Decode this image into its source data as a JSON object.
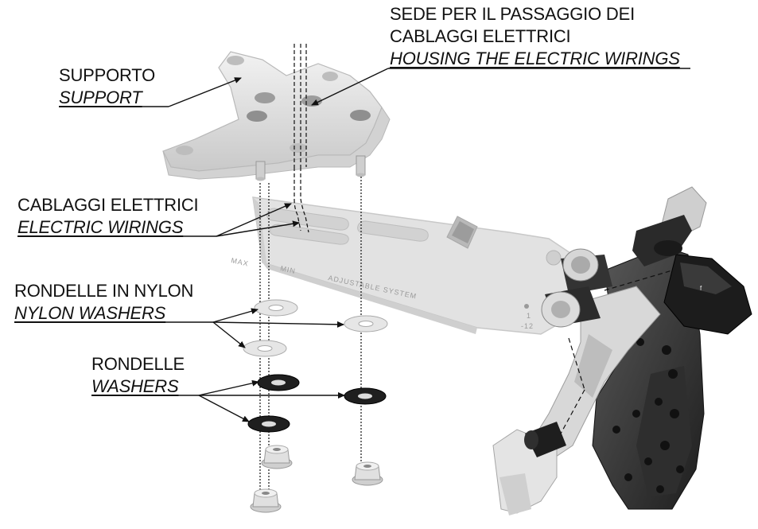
{
  "labels": {
    "housing": {
      "it_line1": "SEDE PER IL PASSAGGIO DEI",
      "it_line2": "CABLAGGI ELETTRICI",
      "en": "HOUSING THE ELECTRIC WIRINGS"
    },
    "support": {
      "it": "SUPPORTO",
      "en": "SUPPORT"
    },
    "wirings": {
      "it": "CABLAGGI ELETTRICI",
      "en": "ELECTRIC WIRINGS"
    },
    "nylon_washers": {
      "it": "RONDELLE IN NYLON",
      "en": "NYLON WASHERS"
    },
    "washers": {
      "it": "RONDELLE",
      "en": "WASHERS"
    }
  },
  "engraving": {
    "max": "MAX",
    "min": "MIN",
    "system": "ADJUSTABLE SYSTEM",
    "scale_top": "1",
    "scale_bottom": "-12"
  }
}
